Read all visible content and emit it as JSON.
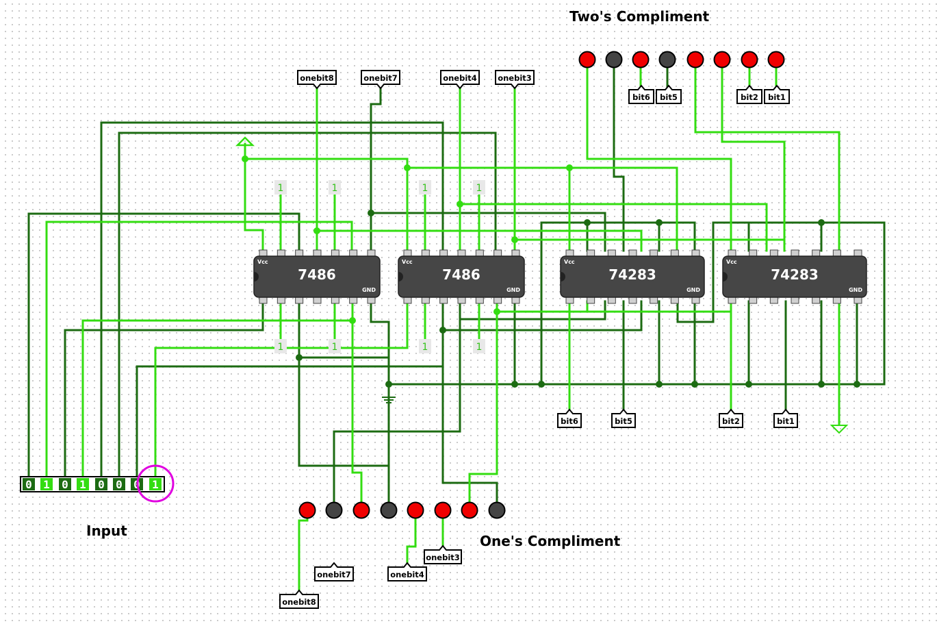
{
  "headings": {
    "twos": "Two's Compliment",
    "ones": "One's Compliment",
    "input": "Input"
  },
  "chips": [
    {
      "label": "7486",
      "vcc": "Vcc",
      "gnd": "GND"
    },
    {
      "label": "7486",
      "vcc": "Vcc",
      "gnd": "GND"
    },
    {
      "label": "74283",
      "vcc": "Vcc",
      "gnd": "GND"
    },
    {
      "label": "74283",
      "vcc": "Vcc",
      "gnd": "GND"
    }
  ],
  "tags": {
    "top_onebit": [
      "onebit8",
      "onebit7",
      "onebit4",
      "onebit3"
    ],
    "twos_bits": [
      "bit6",
      "bit5",
      "bit2",
      "bit1"
    ],
    "chip_bits": [
      "bit6",
      "bit5",
      "bit2",
      "bit1"
    ],
    "ones_tags": [
      "onebit7",
      "onebit3",
      "onebit4",
      "onebit8"
    ]
  },
  "constants": [
    "1",
    "1",
    "1",
    "1",
    "1",
    "1",
    "1",
    "1"
  ],
  "input_bits": [
    "0",
    "1",
    "0",
    "1",
    "0",
    "0",
    "0",
    "1"
  ],
  "twos_leds": [
    "on",
    "off",
    "on",
    "off",
    "on",
    "on",
    "on",
    "on"
  ],
  "ones_leds": [
    "on",
    "off",
    "on",
    "off",
    "on",
    "on",
    "on",
    "off"
  ],
  "colors": {
    "wire_on": "#33dd11",
    "wire_off": "#1c6b12",
    "led_on": "#f00000",
    "led_off": "#444444",
    "chip_body": "#464646",
    "selection": "#e000e0"
  }
}
